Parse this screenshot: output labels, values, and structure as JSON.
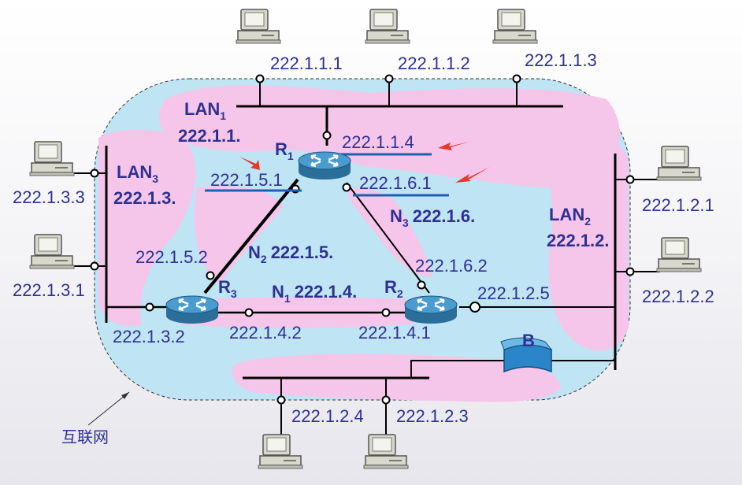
{
  "colors": {
    "cloud": "#bfe4f4",
    "lan_highlight": "#f6c5ea",
    "text": "#2e3192",
    "link": "#000000",
    "address_bar": "#1f5fb0",
    "arrow": "#e8372c"
  },
  "caption": "互联网",
  "lan1": {
    "name": "LAN",
    "sub": "1",
    "prefix": "222.1.1."
  },
  "lan2": {
    "name": "LAN",
    "sub": "2",
    "prefix": "222.1.2."
  },
  "lan3": {
    "name": "LAN",
    "sub": "3",
    "prefix": "222.1.3."
  },
  "n1": {
    "name": "N",
    "sub": "1",
    "prefix": "222.1.4."
  },
  "n2": {
    "name": "N",
    "sub": "2",
    "prefix": "222.1.5."
  },
  "n3": {
    "name": "N",
    "sub": "3",
    "prefix": "222.1.6."
  },
  "routers": {
    "r1": {
      "name": "R",
      "sub": "1"
    },
    "r2": {
      "name": "R",
      "sub": "2"
    },
    "r3": {
      "name": "R",
      "sub": "3"
    }
  },
  "bridge": {
    "label": "B"
  },
  "hosts": {
    "h111": "222.1.1.1",
    "h112": "222.1.1.2",
    "h113": "222.1.1.3",
    "h121": "222.1.2.1",
    "h122": "222.1.2.2",
    "h123": "222.1.2.3",
    "h124": "222.1.2.4",
    "h131": "222.1.3.1",
    "h133": "222.1.3.3"
  },
  "interfaces": {
    "r1_lan1": "222.1.1.4",
    "r1_n2": "222.1.5.1",
    "r1_n3": "222.1.6.1",
    "r2_n3": "222.1.6.2",
    "r2_lan2": "222.1.2.5",
    "r2_n1": "222.1.4.1",
    "r3_n2": "222.1.5.2",
    "r3_lan3": "222.1.3.2",
    "r3_n1": "222.1.4.2"
  }
}
